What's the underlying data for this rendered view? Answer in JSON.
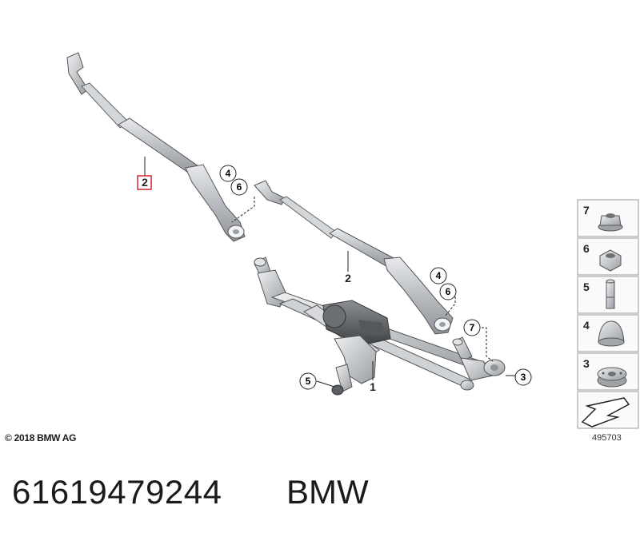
{
  "callouts": {
    "main_arm_highlighted": "2",
    "right_arm": "2",
    "linkage": "1",
    "pivot_left_top": "4",
    "pivot_left_bottom": "6",
    "pivot_right_top": "4",
    "pivot_right_bottom": "6",
    "pivot_right_nut": "7",
    "linkage_end_cap": "3",
    "motor_mount_bolt": "5"
  },
  "legend": [
    {
      "number": "7",
      "part": "flange-nut-icon"
    },
    {
      "number": "6",
      "part": "hex-nut-icon"
    },
    {
      "number": "5",
      "part": "stud-bolt-icon"
    },
    {
      "number": "4",
      "part": "cap-icon"
    },
    {
      "number": "3",
      "part": "bearing-bushing-icon"
    }
  ],
  "copyright": "© 2018 BMW AG",
  "diagram_id": "495703",
  "part_number": "61619479244",
  "brand": "BMW",
  "colors": {
    "highlight": "#d9242a",
    "line": "#222222",
    "part_fill": "#c9ccd0",
    "part_shadow": "#8d9196",
    "legend_border": "#9a9a9a",
    "legend_bg": "#f5f5f5"
  }
}
